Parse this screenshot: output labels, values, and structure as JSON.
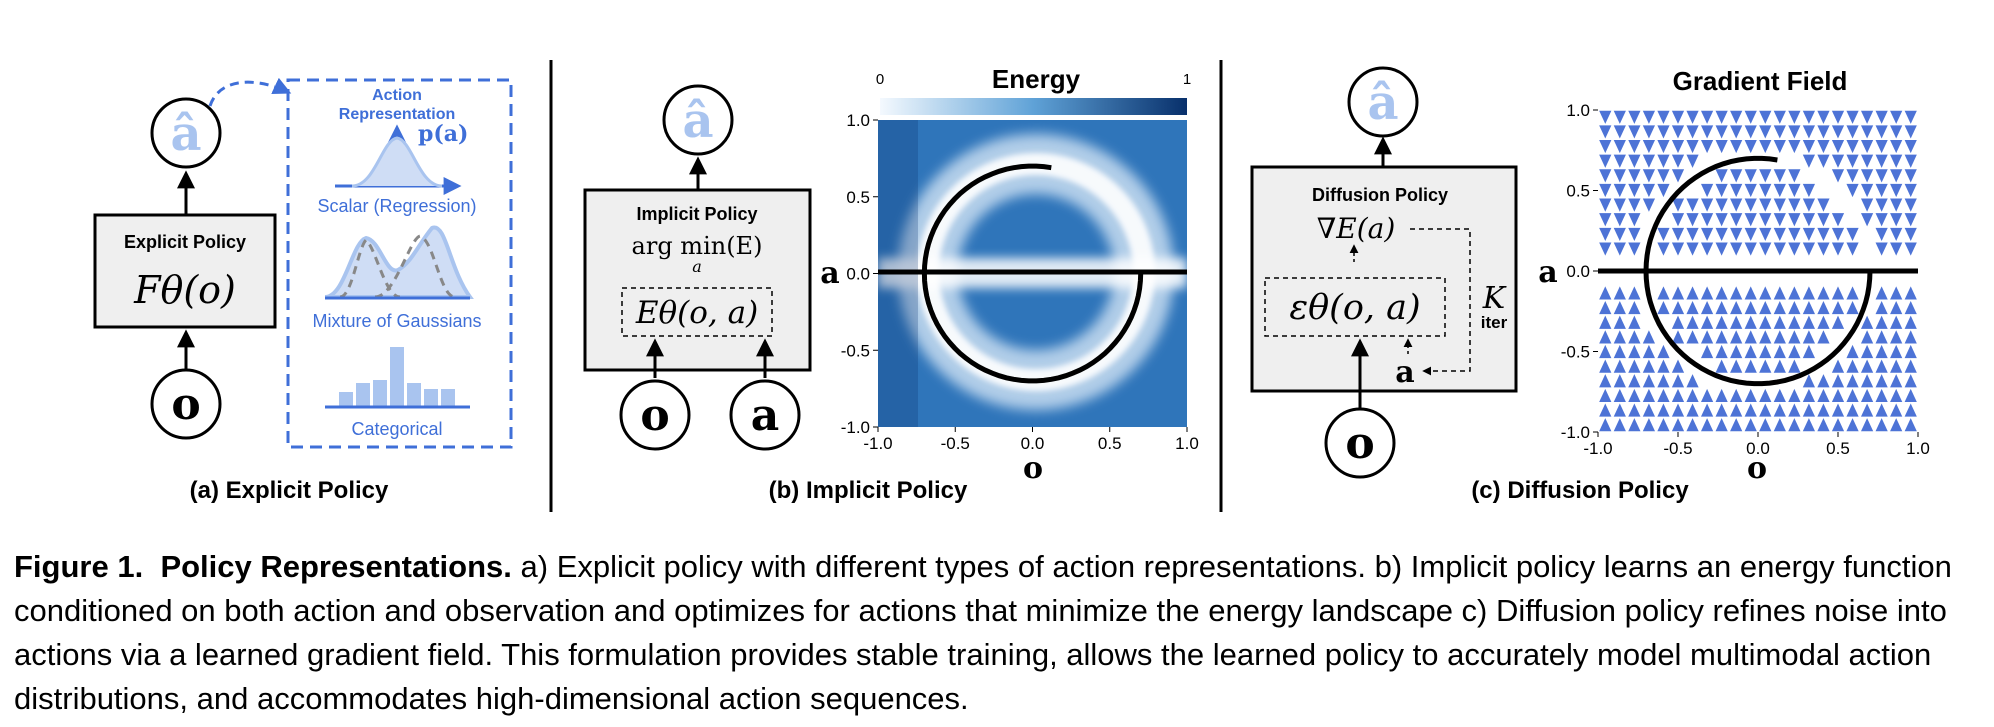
{
  "panels": {
    "explicit": {
      "caption": "(a) Explicit Policy",
      "box_title": "Explicit Policy",
      "formula": "Fθ(o)",
      "output": "â",
      "input": "o",
      "action_rep_title_1": "Action",
      "action_rep_title_2": "Representation",
      "pa_label": "p(a)",
      "scalar_label": "Scalar (Regression)",
      "mog_label": "Mixture of Gaussians",
      "cat_label": "Categorical",
      "categorical_values": [
        0.25,
        0.4,
        0.45,
        1.0,
        0.4,
        0.3,
        0.3
      ]
    },
    "implicit": {
      "caption": "(b) Implicit Policy",
      "box_title": "Implicit Policy",
      "argmin": "arg min(E)",
      "argmin_sub": "a",
      "formula": "Eθ(o, a)",
      "output": "â",
      "input_o": "o",
      "input_a": "a"
    },
    "diffusion": {
      "caption": "(c) Diffusion Policy",
      "box_title": "Diffusion Policy",
      "grad": "∇E(a)",
      "formula": "εθ(o, a)",
      "k_label": "K",
      "iter_label": "iter",
      "output": "â",
      "input": "o",
      "a_label": "a"
    }
  },
  "chart_data": [
    {
      "type": "heatmap",
      "title": "Energy",
      "colorbar_ticks": [
        "0",
        "1"
      ],
      "colorbar_range": [
        0,
        1
      ],
      "xlabel": "o",
      "ylabel": "a",
      "xlim": [
        -1.0,
        1.0
      ],
      "ylim": [
        -1.0,
        1.0
      ],
      "x_ticks": [
        "-1.0",
        "-0.5",
        "0.0",
        "0.5",
        "1.0"
      ],
      "y_ticks": [
        "1.0",
        "0.5",
        "0.0",
        "-0.5",
        "-1.0"
      ],
      "curve": "unit-circle arc of radius 0.7 from about 80° through 270° to 360°, plus the line a = 0"
    },
    {
      "type": "scatter",
      "title": "Gradient Field",
      "xlabel": "o",
      "ylabel": "a",
      "xlim": [
        -1.0,
        1.0
      ],
      "ylim": [
        -1.0,
        1.0
      ],
      "x_ticks": [
        "-1.0",
        "-0.5",
        "0.0",
        "0.5",
        "1.0"
      ],
      "y_ticks": [
        "1.0",
        "0.5",
        "0.0",
        "-0.5",
        "-1.0"
      ],
      "field": "triangle arrows pointing toward the curve (down above it, up below it)"
    }
  ],
  "figure_caption": {
    "label": "Figure 1.",
    "title": "Policy Representations.",
    "body": "a) Explicit policy with different types of action representations. b) Implicit policy learns an energy function conditioned on both action and observation and optimizes for actions that minimize the energy landscape c) Diffusion policy refines noise into actions via a learned gradient field. This formulation provides stable training, allows the learned policy to accurately model multimodal action distributions, and accommodates high-dimensional action sequences."
  },
  "colors": {
    "accent_blue": "#3f6fd8",
    "light_blue": "#a9c4ef",
    "box_fill": "#efefef",
    "field_blue": "#4d73d6"
  }
}
